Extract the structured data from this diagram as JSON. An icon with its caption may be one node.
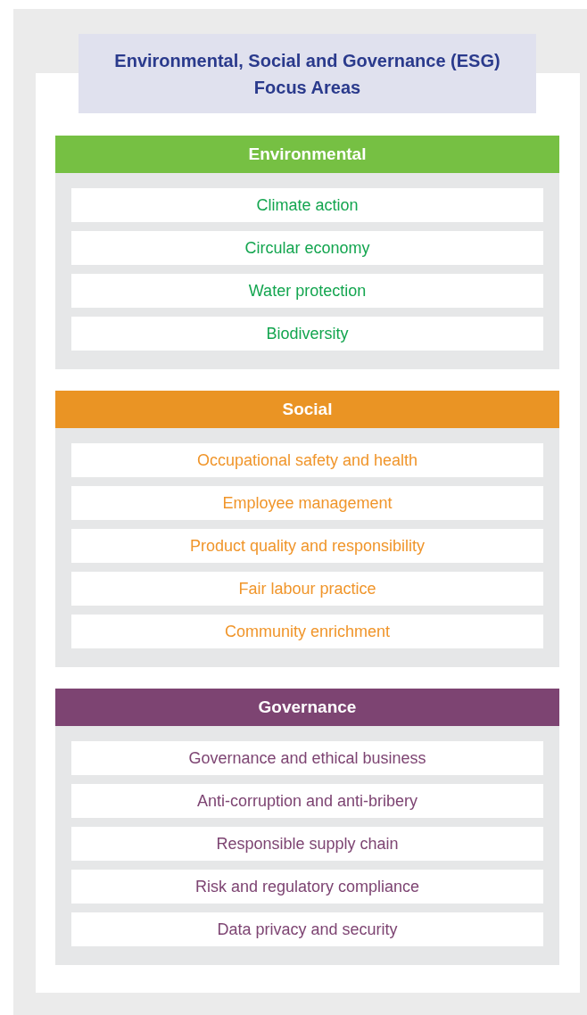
{
  "diagram": {
    "nodes": [
      {
        "text": [
          "Environmental, Social and Governance (ESG) Focus Areas"
        ]
      },
      {
        "text": [
          "Environmental"
        ]
      },
      {
        "text": [
          "Climate action"
        ],
        "in": 1
      },
      {
        "text": [
          "Circular economy"
        ],
        "in": 1
      },
      {
        "text": [
          "Water protection"
        ],
        "in": 1
      },
      {
        "text": [
          "Biodiversity"
        ],
        "in": 1
      },
      {
        "text": [
          "Social"
        ]
      },
      {
        "text": [
          "Occupational safety and health"
        ],
        "in": 6
      },
      {
        "text": [
          "Employee management"
        ],
        "in": 6
      },
      {
        "text": [
          "Product quality and responsibility"
        ],
        "in": 6
      },
      {
        "text": [
          "Fair labour practice"
        ],
        "in": 6
      },
      {
        "text": [
          "Community enrichment"
        ],
        "in": 6
      },
      {
        "text": [
          "Governance"
        ]
      },
      {
        "text": [
          "Governance and ethical business"
        ],
        "in": 12
      },
      {
        "text": [
          "Anti-corruption and anti-bribery"
        ],
        "in": 12
      },
      {
        "text": [
          "Responsible supply chain"
        ],
        "in": 12
      },
      {
        "text": [
          "Risk and regulatory compliance"
        ],
        "in": 12
      },
      {
        "text": [
          "Data privacy and security"
        ],
        "in": 12
      }
    ]
  }
}
